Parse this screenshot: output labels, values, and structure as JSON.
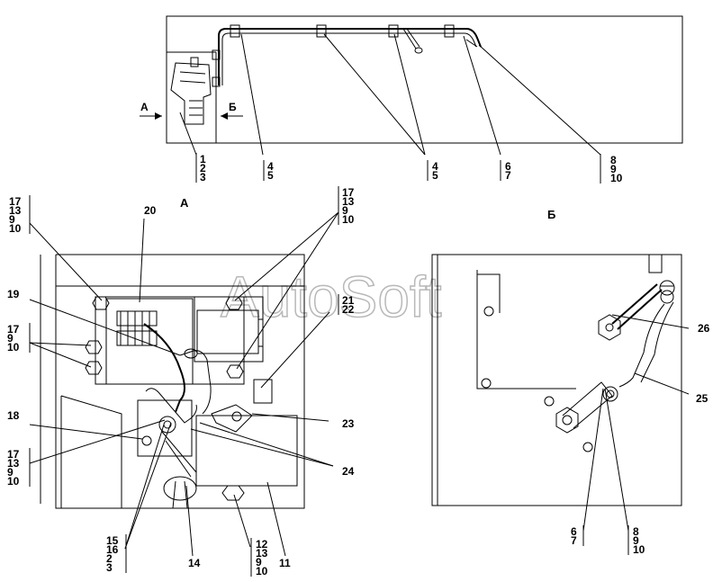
{
  "views": {
    "a": "А",
    "b": "Б"
  },
  "arrows": {
    "a": "А",
    "b": "Б"
  },
  "watermark": "AutoSoft",
  "callouts": {
    "top_1": [
      "1",
      "2",
      "3"
    ],
    "top_2": [
      "4",
      "5"
    ],
    "top_3": [
      "4",
      "5"
    ],
    "top_4": [
      "6",
      "7"
    ],
    "top_5": [
      "8",
      "9",
      "10"
    ],
    "a_left_top": [
      "17",
      "13",
      "9",
      "10"
    ],
    "a_20": [
      "20"
    ],
    "a_right_top": [
      "17",
      "13",
      "9",
      "10"
    ],
    "a_19": [
      "19"
    ],
    "a_21": [
      "21",
      "22"
    ],
    "a_left_mid": [
      "17",
      "9",
      "10"
    ],
    "a_18": [
      "18"
    ],
    "a_23": [
      "23"
    ],
    "a_left_bot": [
      "17",
      "13",
      "9",
      "10"
    ],
    "a_24": [
      "24"
    ],
    "a_bottom_1": [
      "15",
      "16",
      "2",
      "3"
    ],
    "a_14": [
      "14"
    ],
    "a_bottom_2": [
      "12",
      "13",
      "9",
      "10"
    ],
    "a_11": [
      "11"
    ],
    "b_26": [
      "26"
    ],
    "b_25": [
      "25"
    ],
    "b_bottom_1": [
      "6",
      "7"
    ],
    "b_bottom_2": [
      "8",
      "9",
      "10"
    ]
  }
}
